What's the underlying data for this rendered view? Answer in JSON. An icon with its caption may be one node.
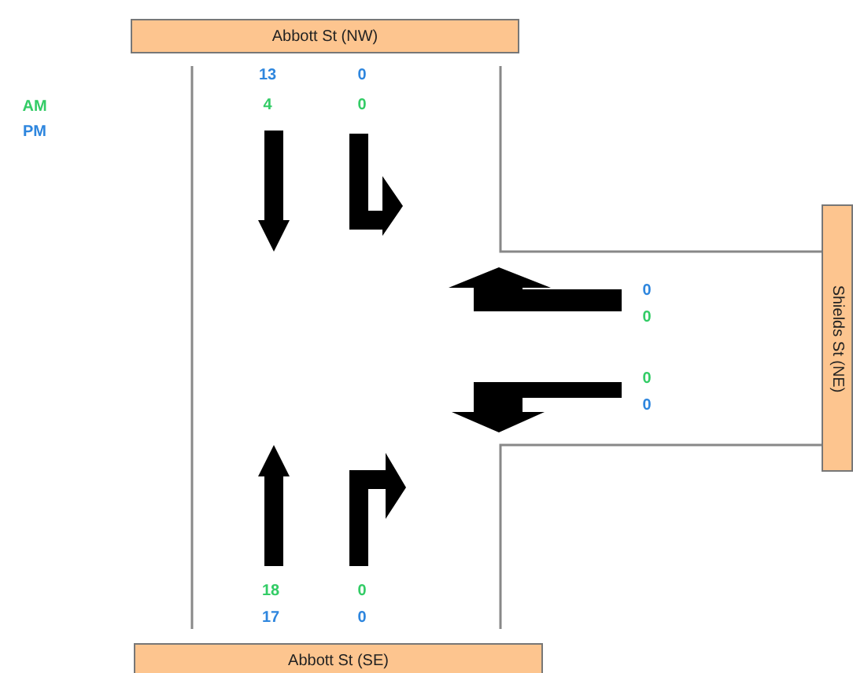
{
  "diagram": {
    "nodes": [
      {
        "text": [
          "Abbott St (NW)"
        ]
      },
      {
        "text": [
          "Shields St (NE)"
        ]
      },
      {
        "text": [
          "Abbott St (SE)"
        ]
      }
    ],
    "labels": [
      "13",
      "0",
      "4",
      "0",
      "0",
      "0",
      "0",
      "0",
      "18",
      "0",
      "17",
      "0"
    ],
    "legend": [
      {
        "text": "AM",
        "color": "#33cc66"
      },
      {
        "text": "PM",
        "color": "#2e86de"
      }
    ]
  }
}
